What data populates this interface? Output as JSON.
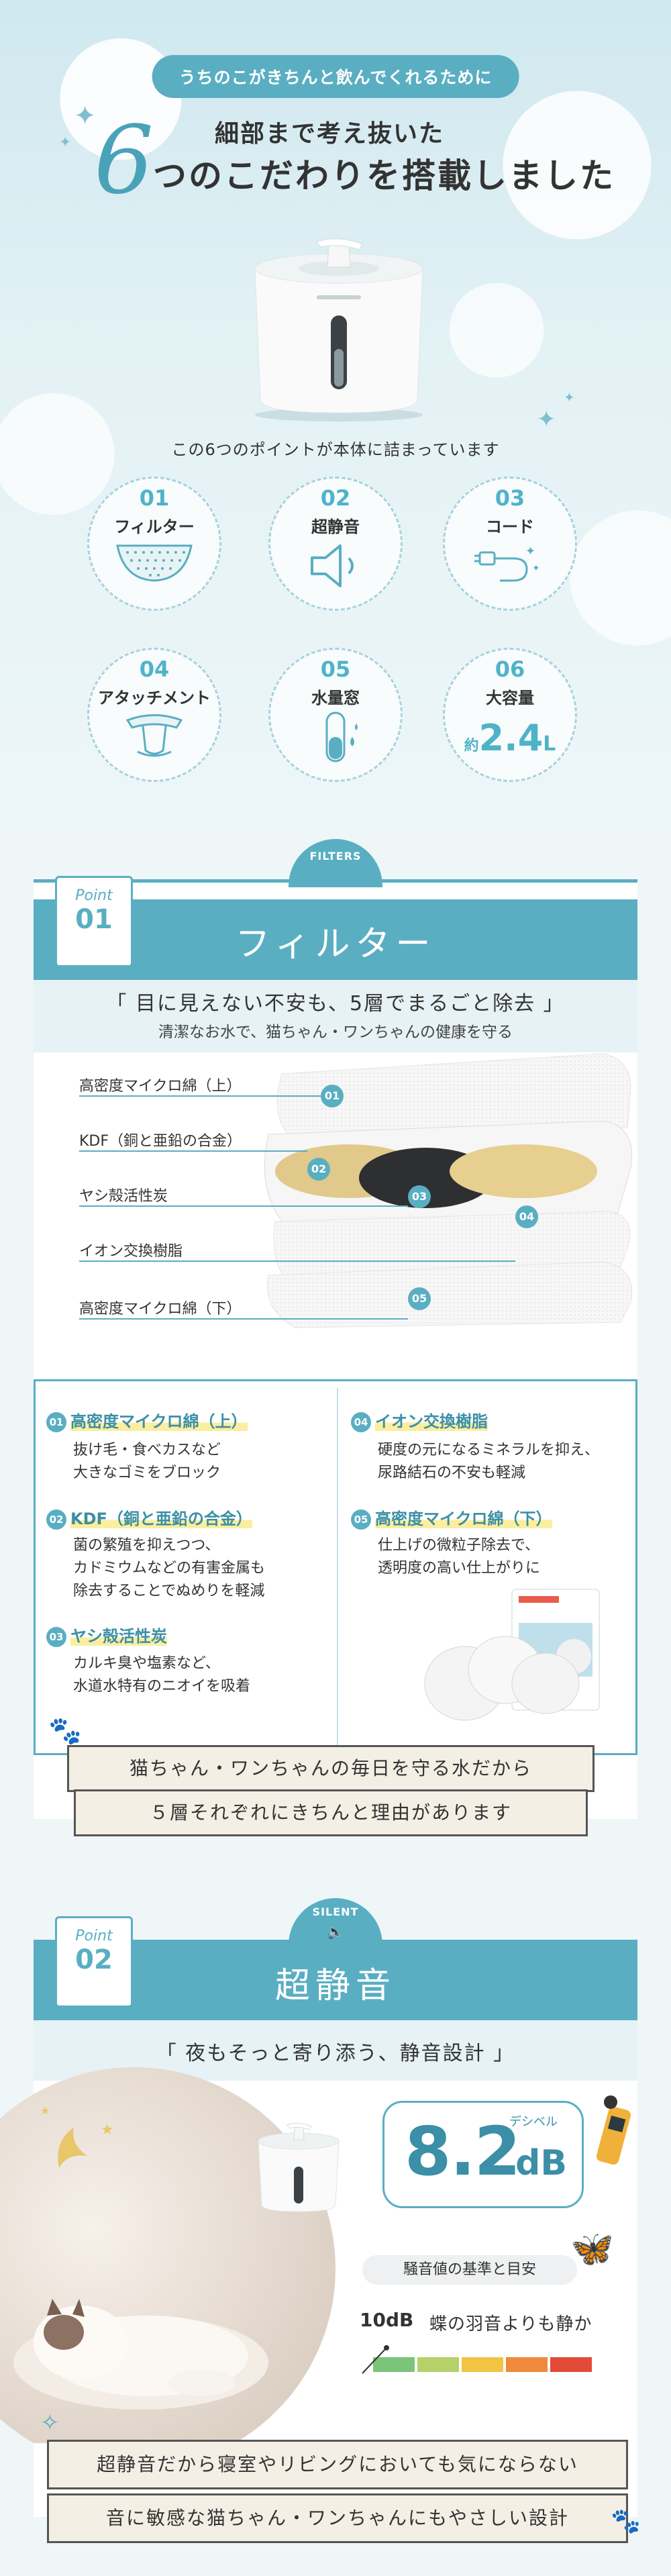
{
  "hero": {
    "pill": "うちのこがきちんと飲んでくれるために",
    "six": "6",
    "line1": "細部まで考え抜いた",
    "line2": "つのこだわりを搭載しました",
    "subtitle": "この6つのポイントが本体に詰まっています"
  },
  "features": [
    {
      "num": "01",
      "label": "フィルター",
      "icon": "filter-icon"
    },
    {
      "num": "02",
      "label": "超静音",
      "icon": "speaker-icon"
    },
    {
      "num": "03",
      "label": "コード",
      "icon": "cord-icon"
    },
    {
      "num": "04",
      "label": "アタッチメント",
      "icon": "attachment-icon"
    },
    {
      "num": "05",
      "label": "水量窓",
      "icon": "water-window-icon"
    },
    {
      "num": "06",
      "label": "大容量",
      "icon": "capacity-icon",
      "extra_prefix": "約",
      "extra_value": "2.4",
      "extra_unit": "L"
    }
  ],
  "point1": {
    "tab": "FILTERS",
    "badge_p": "Point",
    "badge_n": "01",
    "title": "フィルター",
    "headline": "「 目に見えない不安も、5層でまるごと除去 」",
    "sub": "清潔なお水で、猫ちゃん・ワンちゃんの健康を守る",
    "layers": [
      {
        "n": "01",
        "label": "高密度マイクロ綿（上）"
      },
      {
        "n": "02",
        "label": "KDF（銅と亜鉛の合金）"
      },
      {
        "n": "03",
        "label": "ヤシ殻活性炭"
      },
      {
        "n": "04",
        "label": "イオン交換樹脂"
      },
      {
        "n": "05",
        "label": "高密度マイクロ綿（下）"
      }
    ],
    "details": [
      {
        "n": "01",
        "title": "高密度マイクロ綿（上）",
        "lines": [
          "抜け毛・食べカスなど",
          "大きなゴミをブロック"
        ]
      },
      {
        "n": "02",
        "title": "KDF（銅と亜鉛の合金）",
        "lines": [
          "菌の繁殖を抑えつつ、",
          "カドミウムなどの有害金属も",
          "除去することでぬめりを軽減"
        ]
      },
      {
        "n": "03",
        "title": "ヤシ殻活性炭",
        "lines": [
          "カルキ臭や塩素など、",
          "水道水特有のニオイを吸着"
        ]
      },
      {
        "n": "04",
        "title": "イオン交換樹脂",
        "lines": [
          "硬度の元になるミネラルを抑え、",
          "尿路結石の不安も軽減"
        ]
      },
      {
        "n": "05",
        "title": "高密度マイクロ綿（下）",
        "lines": [
          "仕上げの微粒子除去で、",
          "透明度の高い仕上がりに"
        ]
      }
    ],
    "banner1": "猫ちゃん・ワンちゃんの毎日を守る水だから",
    "banner2": "５層それぞれにきちんと理由があります"
  },
  "point2": {
    "tab": "SILENT",
    "badge_p": "Point",
    "badge_n": "02",
    "title": "超静音",
    "headline": "「 夜もそっと寄り添う、静音設計 」",
    "db_caption": "デシベル",
    "db_value": "8.2",
    "db_unit": "dB",
    "noise_pill": "騒音値の基準と目安",
    "noise_value": "10dB",
    "noise_text": "蝶の羽音よりも静か",
    "banner1": "超静音だから寝室やリビングにおいても気にならない",
    "banner2": "音に敏感な猫ちゃん・ワンちゃんにもやさしい設計"
  },
  "colors": {
    "accent": "#5aaec2",
    "accent_dark": "#3b8fa6",
    "highlight": "#fbeea0"
  }
}
